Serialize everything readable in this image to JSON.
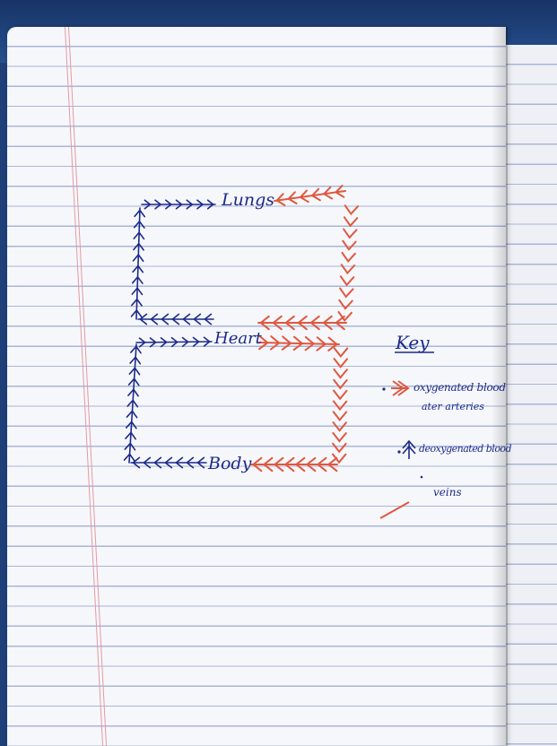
{
  "diagram": {
    "labels": {
      "lungs": "Lungs",
      "heart": "Heart",
      "body": "Body"
    }
  },
  "key": {
    "title": "Key",
    "oxygenated": "oxygenated blood",
    "oxygenated_sub": "ater arteries",
    "deoxygenated": "deoxygenated blood",
    "veins": "veins"
  },
  "colors": {
    "ink_blue": "#1c2a8a",
    "ink_red": "#e0583e",
    "paper": "#f6f7fb",
    "ruled_line": "#a9b6d6",
    "margin_line": "#e39aa0",
    "desk": "#1f3f78"
  }
}
